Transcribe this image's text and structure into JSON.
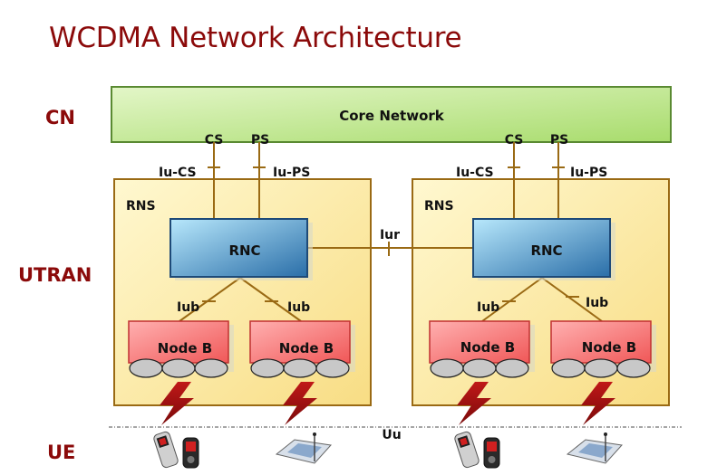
{
  "title": "WCDMA Network Architecture",
  "layers": {
    "cn": "CN",
    "utran": "UTRAN",
    "ue": "UE"
  },
  "core_network": {
    "label": "Core Network",
    "ports": [
      "CS",
      "PS"
    ]
  },
  "interfaces": {
    "iu_cs": "Iu-CS",
    "iu_ps": "Iu-PS",
    "iur": "Iur",
    "iub": "Iub",
    "uu": "Uu"
  },
  "rns": [
    {
      "label": "RNS",
      "rnc": "RNC",
      "node_bs": [
        "Node B",
        "Node B"
      ],
      "devices": [
        "mobile-phones",
        "data-card"
      ]
    },
    {
      "label": "RNS",
      "rnc": "RNC",
      "node_bs": [
        "Node B",
        "Node B"
      ],
      "devices": [
        "mobile-phones",
        "data-card"
      ]
    }
  ],
  "colors": {
    "title": "#8b0a0a",
    "core_fill": "#b8e28a",
    "rns_fill": "#fbe9a0",
    "link": "#9a6a14",
    "rnc_fill": "#5a9ccc",
    "nodeb_fill": "#f47c7c",
    "lightning": "#b01010"
  }
}
